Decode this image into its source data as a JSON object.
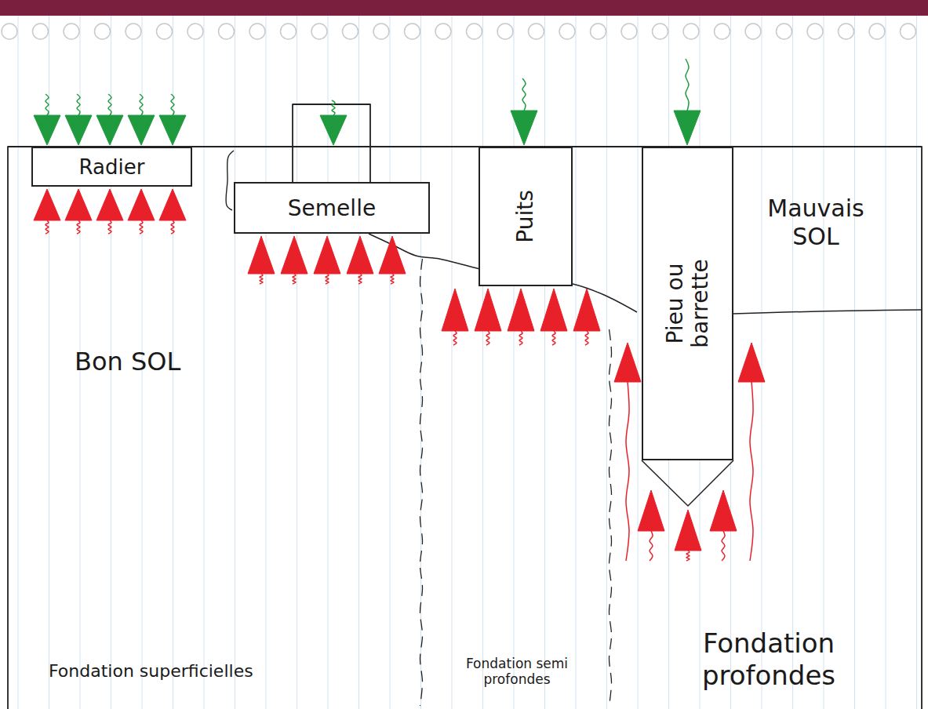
{
  "diagram": {
    "nodes": [
      {
        "text": [
          "Radier"
        ]
      },
      {
        "text": [
          "Semelle"
        ]
      },
      {
        "text": [
          "Puits"
        ]
      },
      {
        "text": [
          "Pieu ou barrette"
        ]
      }
    ],
    "labels": [
      "Mauvais SOL",
      "Bon SOL",
      "Fondation superficielles",
      "Fondation semi profondes",
      "Fondation profondes"
    ]
  }
}
